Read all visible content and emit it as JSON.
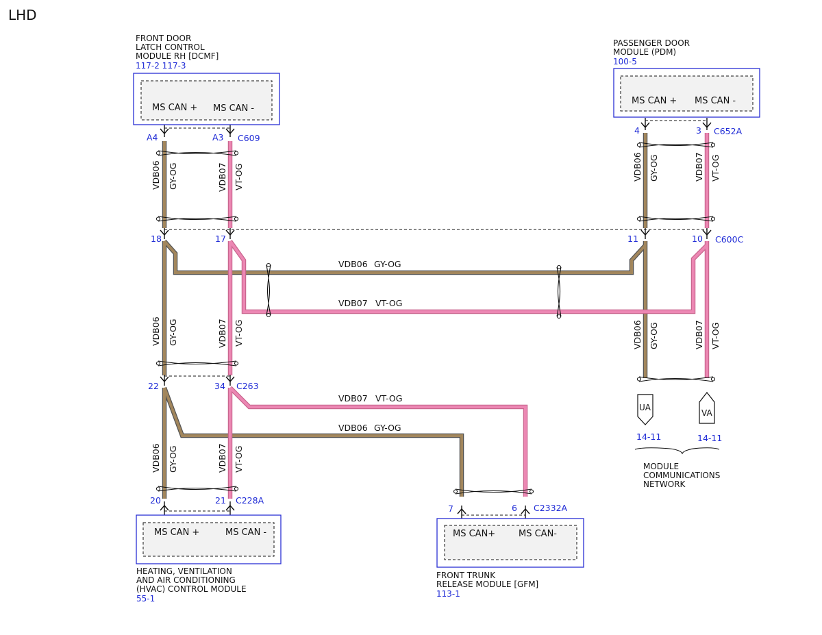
{
  "diagram": {
    "variant": "LHD",
    "colors": {
      "gy_og_fill": "#a2865c",
      "vt_og_fill": "#ec87b3",
      "box_border": "#2a2fd4",
      "pin_text": "#1f2bd6"
    },
    "modules": {
      "dcmf": {
        "title_lines": [
          "FRONT DOOR",
          "LATCH CONTROL",
          "MODULE RH [DCMF]"
        ],
        "ref": "117-2 117-3",
        "pin_left_label": "MS CAN +",
        "pin_right_label": "MS CAN -",
        "pin_left": "A4",
        "pin_right": "A3",
        "connector": "C609"
      },
      "pdm": {
        "title_lines": [
          "PASSENGER DOOR",
          "MODULE (PDM)"
        ],
        "ref": "100-5",
        "pin_left_label": "MS CAN +",
        "pin_right_label": "MS CAN -",
        "pin_left": "4",
        "pin_right": "3",
        "connector": "C652A"
      },
      "hvac": {
        "title_lines": [
          "HEATING, VENTILATION",
          "AND AIR CONDITIONING",
          "(HVAC) CONTROL MODULE"
        ],
        "ref": "55-1",
        "pin_left_label": "MS CAN +",
        "pin_right_label": "MS CAN -",
        "pin_left": "20",
        "pin_right": "21",
        "connector": "C228A"
      },
      "gfm": {
        "title_lines": [
          "FRONT TRUNK",
          "RELEASE MODULE [GFM]"
        ],
        "ref": "113-1",
        "pin_left_label": "MS CAN+",
        "pin_right_label": "MS CAN-",
        "pin_left": "7",
        "pin_right": "6",
        "connector": "C2332A"
      }
    },
    "connectors": {
      "c600c": {
        "name": "C600C",
        "pin_a": "18",
        "pin_b": "17",
        "pin_c": "11",
        "pin_d": "10"
      },
      "c263": {
        "name": "C263",
        "pin_a": "22",
        "pin_b": "34"
      }
    },
    "wires": {
      "gy": {
        "circuit": "VDB06",
        "color": "GY-OG"
      },
      "vt": {
        "circuit": "VDB07",
        "color": "VT-OG"
      }
    },
    "network": {
      "ua": "UA",
      "va": "VA",
      "ua_ref": "14-11",
      "va_ref": "14-11",
      "label_lines": [
        "MODULE",
        "COMMUNICATIONS",
        "NETWORK"
      ]
    }
  }
}
